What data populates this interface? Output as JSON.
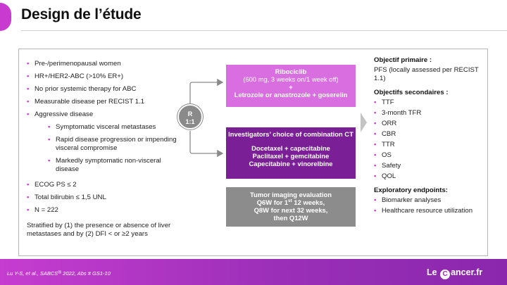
{
  "slide": {
    "title": "Design de l’étude"
  },
  "criteria": {
    "items": [
      "Pre-/perimenopausal women",
      "HR+/HER2-ABC (>10% ER+)",
      "No prior systemic therapy for ABC",
      "Measurable disease per RECIST 1.1",
      "Aggressive disease"
    ],
    "sub_items": [
      "Symptomatic visceral metastases",
      "Rapid disease progression or impending visceral compromise",
      "Markedly symptomatic non-visceral disease"
    ],
    "items_after": [
      "ECOG PS ≤ 2",
      "Total bilirubin ≤ 1,5 UNL",
      "N = 222"
    ],
    "stratification": "Stratified by (1) the presence or absence of liver metastases and by (2) DFI < or ≥2 years"
  },
  "randomization": {
    "letter": "R",
    "ratio": "1:1"
  },
  "arms": {
    "arm1": {
      "drug": "Ribociclib",
      "dose": "(600 mg, 3 weeks on/1 week off)",
      "plus": "+",
      "combo": "Letrozole or anastrozole + goserelin"
    },
    "arm2": {
      "heading": "Investigators’ choice of combination CT",
      "line1": "Docetaxel + capecitabine",
      "line2": "Paclitaxel + gemcitabine",
      "line3": "Capecitabine + vinorelbine"
    },
    "arm3": {
      "line1": "Tumor imaging evaluation",
      "line2_pre": "Q6W for 1",
      "line2_sup": "st",
      "line2_post": " 12 weeks,",
      "line3": "Q8W for next 32 weeks,",
      "line4": "then Q12W"
    }
  },
  "endpoints": {
    "primary_heading": "Objectif primaire :",
    "primary_text": "PFS (locally assessed per RECIST 1.1)",
    "secondary_heading": "Objectifs secondaires :",
    "secondary_items": [
      "TTF",
      "3-month TFR",
      "ORR",
      "CBR",
      "TTR",
      "OS",
      "Safety",
      "QOL"
    ],
    "exploratory_heading": "Exploratory endpoints:",
    "exploratory_items": [
      "Biomarker analyses",
      "Healthcare resource utilization"
    ]
  },
  "footer": {
    "reference_pre": "Lu Y-S, et al., SABCS",
    "reference_sup": "®",
    "reference_post": " 2022, Abs # GS1-10",
    "logo_left": "Le",
    "logo_mark": "C",
    "logo_right": "ancer.fr"
  },
  "colors": {
    "accent": "#c93bd0",
    "arm1": "#d96ee0",
    "arm2": "#7a1f96",
    "arm3": "#8c8c8c",
    "footer": "#9b2fb8"
  }
}
